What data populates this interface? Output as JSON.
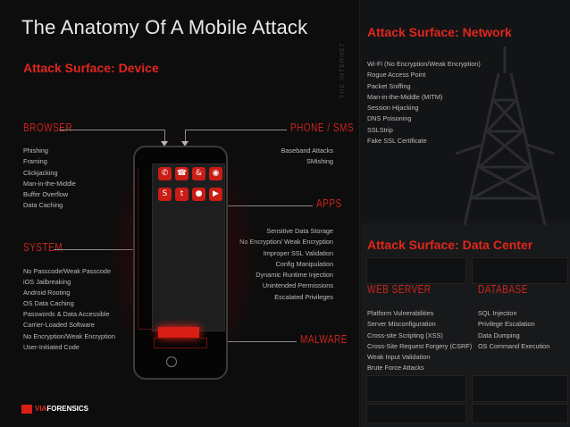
{
  "title": "The Anatomy Of A Mobile Attack",
  "device": {
    "heading": "Attack Surface: Device",
    "browser": {
      "label": "BROWSER",
      "items": [
        "Phishing",
        "Framing",
        "Clickjacking",
        "Man-in-the-Middle",
        "Buffer Overflow",
        "Data Caching"
      ]
    },
    "system": {
      "label": "SYSTEM",
      "items": [
        "No Passcode/Weak Passcode",
        "iOS Jailbreaking",
        "Android Rooting",
        "OS Data Caching",
        "Passwords & Data Accessible",
        "Carrier-Loaded Software",
        "No Encryption/Weak Encryption",
        "User-Initiated Code"
      ]
    },
    "phone_sms": {
      "label": "PHONE / SMS",
      "items": [
        "Baseband Attacks",
        "SMishing"
      ]
    },
    "apps": {
      "label": "APPS",
      "items": [
        "Sensitive Data Storage",
        "No Encryption/ Weak Encryption",
        "Improper SSL Validation",
        "Config Manipulation",
        "Dynamic Runtime Injection",
        "Unintended Permissions",
        "Escalated Privileges"
      ]
    },
    "malware": {
      "label": "MALWARE"
    }
  },
  "network": {
    "heading": "Attack Surface: Network",
    "items": [
      "Wi-Fi (No Encryption/Weak Encryption)",
      "Rogue Access Point",
      "Packet Sniffing",
      "Man-in-the-Middle (MITM)",
      "Session Hijacking",
      "DNS Poisoning",
      "SSLStrip",
      "Fake SSL Certificate"
    ],
    "side_label": "THE INTERNET"
  },
  "datacenter": {
    "heading": "Attack Surface: Data Center",
    "web_server": {
      "label": "WEB SERVER",
      "items": [
        "Platform Vulnerabilities",
        "Server Misconfiguration",
        "Cross-site Scripting (XSS)",
        "Cross-Site Request Forgery (CSRF)",
        "Weak Input Validation",
        "Brute Force Attacks"
      ]
    },
    "database": {
      "label": "DATABASE",
      "items": [
        "SQL Injection",
        "Privilege Escalation",
        "Data Dumping",
        "OS Command Execution"
      ]
    }
  },
  "logo": {
    "prefix": "VIA",
    "suffix": "FORENSICS"
  },
  "app_icons": [
    "phone-app-icon",
    "phone-call-icon",
    "skype-icon",
    "browser-icon",
    "s-app-icon",
    "twitter-icon",
    "game-icon",
    "youtube-icon"
  ],
  "colors": {
    "accent": "#e1261c",
    "background": "#0d0d0e"
  }
}
